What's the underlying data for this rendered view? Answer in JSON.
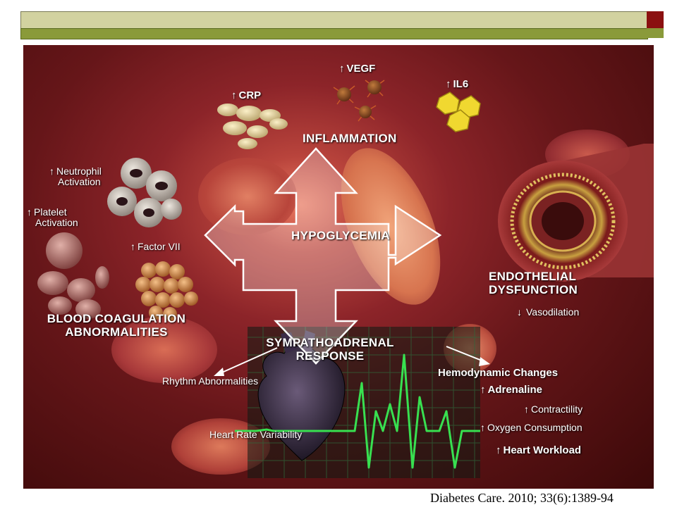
{
  "chart_data": {
    "type": "diagram",
    "center": "HYPOGLYCEMIA",
    "nodes": {
      "inflammation": {
        "title": "INFLAMMATION",
        "markers": [
          {
            "arrow": "↑",
            "label": "CRP"
          },
          {
            "arrow": "↑",
            "label": "VEGF"
          },
          {
            "arrow": "↑",
            "label": "IL6"
          }
        ]
      },
      "endothelial": {
        "title_lines": [
          "ENDOTHELIAL",
          "DYSFUNCTION"
        ],
        "effect": {
          "arrow": "↓",
          "label": "Vasodilation"
        }
      },
      "coagulation": {
        "title_lines": [
          "BLOOD COAGULATION",
          "ABNORMALITIES"
        ],
        "markers": [
          {
            "arrow": "↑",
            "lines": [
              "Neutrophil",
              "Activation"
            ]
          },
          {
            "arrow": "↑",
            "lines": [
              "Platelet",
              "Activation"
            ]
          },
          {
            "arrow": "↑",
            "label": "Factor VII"
          }
        ]
      },
      "sympathoadrenal": {
        "title_lines": [
          "SYMPATHOADRENAL",
          "RESPONSE"
        ],
        "left_effects": [
          "Rhythm Abnormalities",
          "Heart Rate Variability"
        ],
        "right_title": "Hemodynamic Changes",
        "right_effects": [
          {
            "arrow": "↑",
            "label": "Adrenaline"
          },
          {
            "arrow": "↑",
            "label": "Contractility"
          },
          {
            "arrow": "↑",
            "label": "Oxygen Consumption"
          },
          {
            "arrow": "↑",
            "label": "Heart Workload"
          }
        ]
      }
    },
    "edges": [
      {
        "from": "HYPOGLYCEMIA",
        "to": "INFLAMMATION"
      },
      {
        "from": "HYPOGLYCEMIA",
        "to": "ENDOTHELIAL DYSFUNCTION"
      },
      {
        "from": "HYPOGLYCEMIA",
        "to": "BLOOD COAGULATION ABNORMALITIES"
      },
      {
        "from": "HYPOGLYCEMIA",
        "to": "SYMPATHOADRENAL RESPONSE"
      },
      {
        "from": "SYMPATHOADRENAL RESPONSE",
        "to": "Rhythm Abnormalities"
      },
      {
        "from": "SYMPATHOADRENAL RESPONSE",
        "to": "Hemodynamic Changes"
      }
    ]
  },
  "citation": "Diabetes Care. 2010; 33(6):1389-94",
  "colors": {
    "tissue_dark": "#661619",
    "tissue_mid": "#8c2429",
    "tissue_light": "#e87860",
    "arrow_fill": "#ffffff",
    "ecg_green": "#38e050",
    "ecg_grid": "#2e6a3c",
    "crp_cell": "#e6d6a0",
    "vegf_cell": "#8a4a22",
    "il6_cell": "#f0d830",
    "factor_cell": "#d98c3c",
    "platelet_cell": "#b07070",
    "neutrophil_cell": "#c8c0b8",
    "header_band": "#d2d2a0",
    "header_accent": "#8b1010"
  }
}
